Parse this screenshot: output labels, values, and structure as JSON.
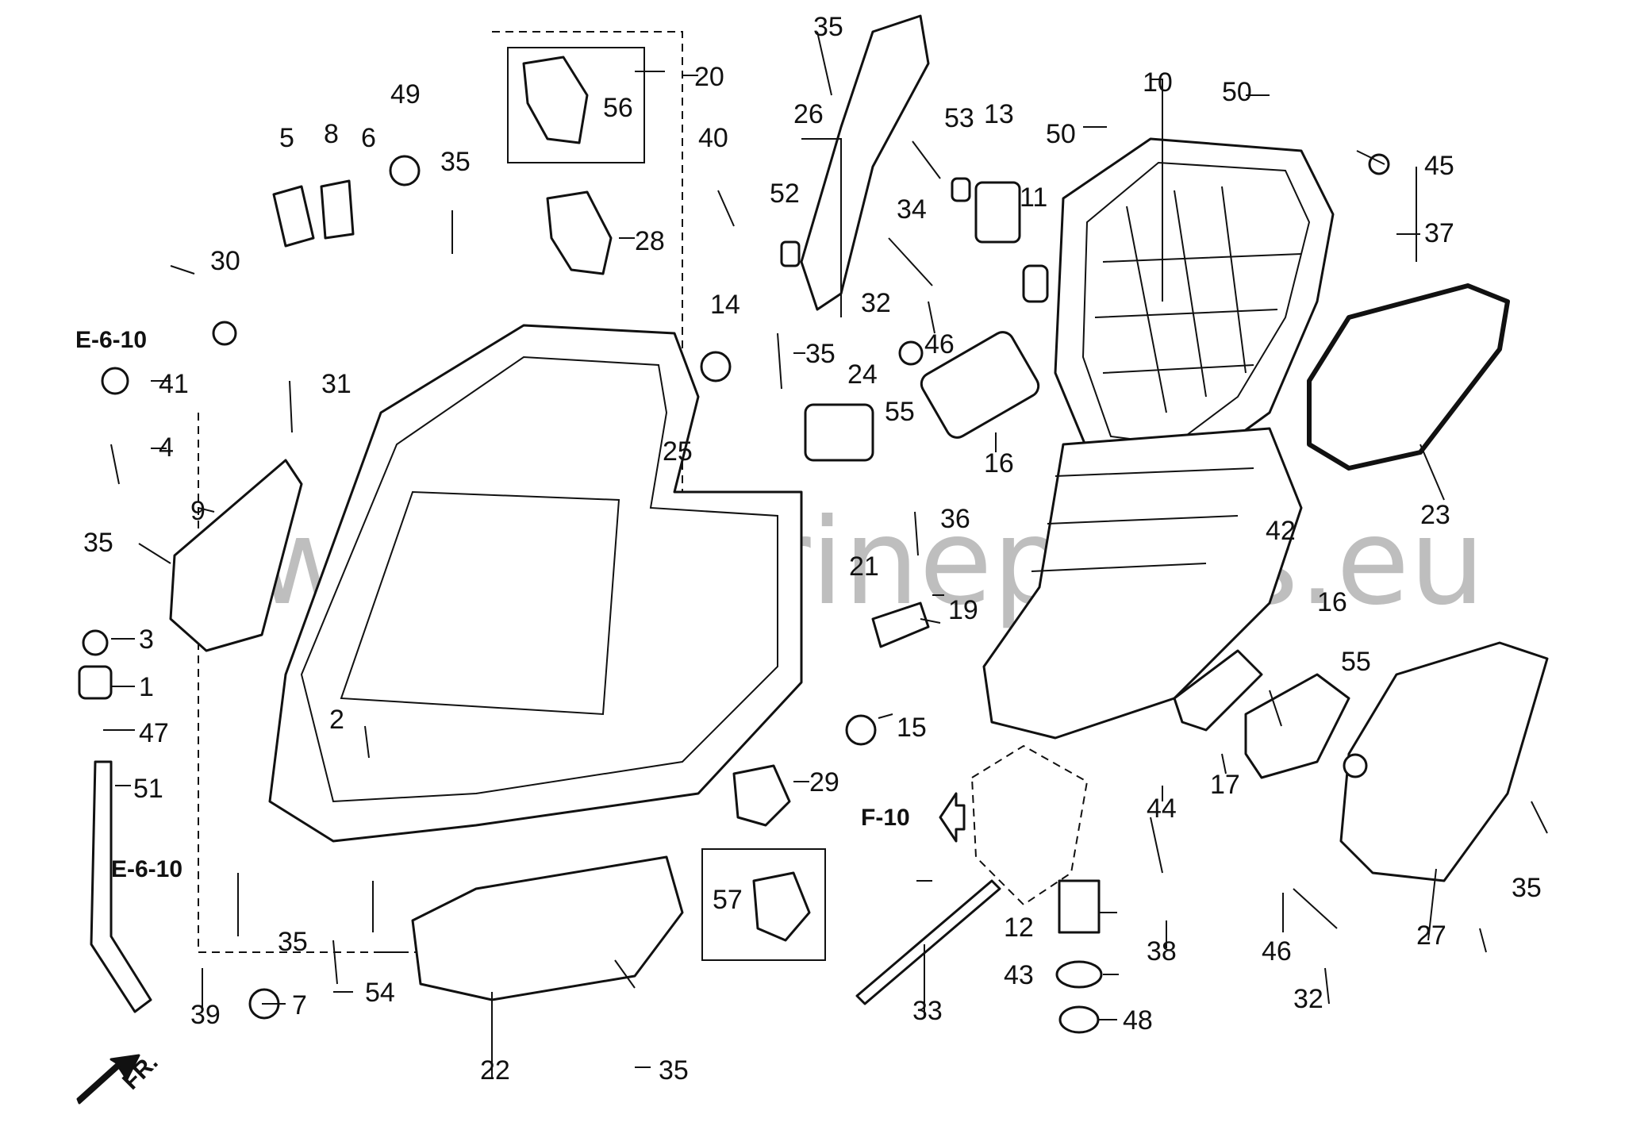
{
  "labels": {
    "n1": "1",
    "n2": "2",
    "n3": "3",
    "n4": "4",
    "n5": "5",
    "n6": "6",
    "n7": "7",
    "n8": "8",
    "n9": "9",
    "n10": "10",
    "n11": "11",
    "n12": "12",
    "n13": "13",
    "n14": "14",
    "n15": "15",
    "n16": "16",
    "n17": "17",
    "n19": "19",
    "n20": "20",
    "n21": "21",
    "n22": "22",
    "n23": "23",
    "n24": "24",
    "n25": "25",
    "n26": "26",
    "n27": "27",
    "n28": "28",
    "n29": "29",
    "n30": "30",
    "n31": "31",
    "n32": "32",
    "n33": "33",
    "n34": "34",
    "n35": "35",
    "n36": "36",
    "n37": "37",
    "n38": "38",
    "n39": "39",
    "n40": "40",
    "n41": "41",
    "n42": "42",
    "n43": "43",
    "n44": "44",
    "n45": "45",
    "n46": "46",
    "n47": "47",
    "n48": "48",
    "n49": "49",
    "n50": "50",
    "n51": "51",
    "n52": "52",
    "n53": "53",
    "n54": "54",
    "n55": "55",
    "n56": "56",
    "n57": "57"
  },
  "refs": {
    "e610": "E-6-10",
    "f10": "F-10"
  },
  "direction": "FR.",
  "watermark": "www.marineparts.eu"
}
